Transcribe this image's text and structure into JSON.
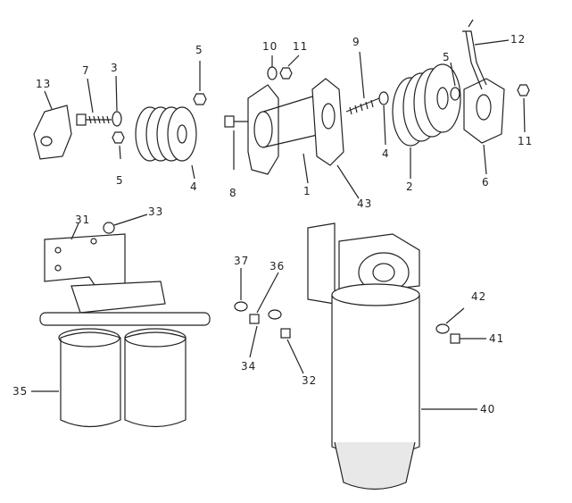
{
  "labels": {
    "l13": "13",
    "l7": "7",
    "l3": "3",
    "l5a": "5",
    "l5b": "5",
    "l4a": "4",
    "l8": "8",
    "l10": "10",
    "l11a": "11",
    "l9": "9",
    "l12": "12",
    "l5c": "5",
    "l11b": "11",
    "l1": "1",
    "l43": "43",
    "l4b": "4",
    "l2": "2",
    "l6": "6",
    "l31": "31",
    "l33": "33",
    "l37": "37",
    "l36": "36",
    "l34": "34",
    "l32": "32",
    "l35": "35",
    "l42": "42",
    "l41": "41",
    "l40": "40"
  }
}
